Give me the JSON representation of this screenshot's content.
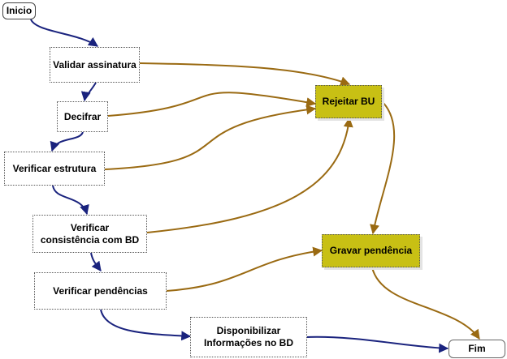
{
  "diagram": {
    "nodes": {
      "inicio": "Inicio",
      "validar": "Validar assinatura",
      "decifrar": "Decifrar",
      "verificar_estrutura": "Verificar estrutura",
      "verificar_consistencia": "Verificar\nconsistência com BD",
      "verificar_pendencias": "Verificar pendências",
      "disponibilizar": "Disponibilizar\nInformações no BD",
      "rejeitar": "Rejeitar BU",
      "gravar": "Gravar pendência",
      "fim": "Fim"
    },
    "colors": {
      "success_flow": "#1a237e",
      "reject_flow": "#9a6a12",
      "highlight_box": "#c8c014"
    }
  }
}
